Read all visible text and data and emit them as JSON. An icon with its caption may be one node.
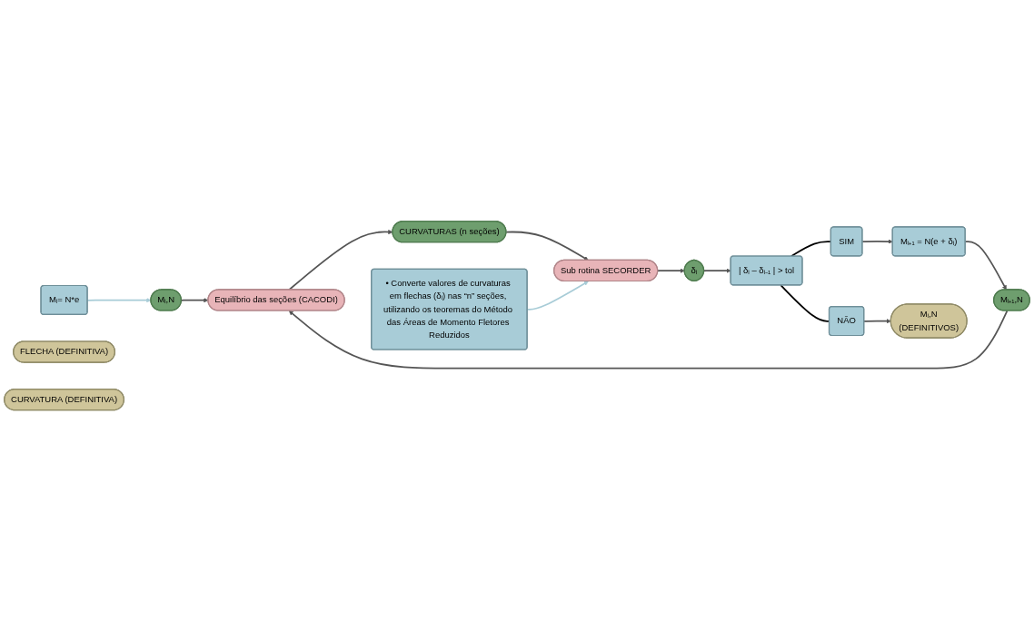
{
  "diagram": {
    "nodes": [
      {
        "text": [
          "Mᵢ= N*e"
        ]
      },
      {
        "text": [
          "Mᵢ,N"
        ]
      },
      {
        "text": [
          "Equilíbrio das seções (CACODI)"
        ]
      },
      {
        "text": [
          "CURVATURAS (n seções)"
        ]
      },
      {
        "text": [
          "• Converte valores de curvaturas em flechas (δᵢ) nas “n” seções, utilizando os teoremas do Método das Áreas de Momento Fletores Reduzidos"
        ]
      },
      {
        "text": [
          "Sub rotina SECORDER"
        ]
      },
      {
        "text": [
          "δᵢ"
        ]
      },
      {
        "text": [
          "| δᵢ – δᵢ₋₁ | > tol"
        ]
      },
      {
        "text": [
          "SIM"
        ]
      },
      {
        "text": [
          "NÃO"
        ]
      },
      {
        "text": [
          "Mᵢ₊₁ = N(e + δᵢ)"
        ]
      },
      {
        "text": [
          "Mᵢ₊₁,N"
        ]
      },
      {
        "text": [
          "FLECHA (DEFINITIVA)"
        ]
      },
      {
        "text": [
          "CURVATURA (DEFINITIVA)"
        ]
      },
      {
        "text": [
          "Mᵢ,N",
          "(DEFINITIVOS)"
        ]
      }
    ],
    "edges": [
      {
        "from": 0,
        "to": 1,
        "arrow": "to",
        "color": "#a8ccd7"
      },
      {
        "from": 1,
        "to": 2,
        "arrow": "to"
      },
      {
        "from": 2,
        "to": 3,
        "arrow": "to"
      },
      {
        "from": 3,
        "to": 5,
        "arrow": "to"
      },
      {
        "from": 4,
        "to": 5,
        "arrow": "to",
        "color": "#a8ccd7"
      },
      {
        "from": 5,
        "to": 6,
        "arrow": "to"
      },
      {
        "from": 6,
        "to": 7,
        "arrow": "to"
      },
      {
        "from": 7,
        "to": 8,
        "arrow": "none",
        "color": "#000000"
      },
      {
        "from": 7,
        "to": 9,
        "arrow": "none",
        "color": "#000000"
      },
      {
        "from": 8,
        "to": 10,
        "arrow": "to"
      },
      {
        "from": 10,
        "to": 11,
        "arrow": "to"
      },
      {
        "from": 11,
        "to": 2,
        "arrow": "to"
      },
      {
        "from": 9,
        "to": 14,
        "arrow": "to"
      }
    ]
  }
}
